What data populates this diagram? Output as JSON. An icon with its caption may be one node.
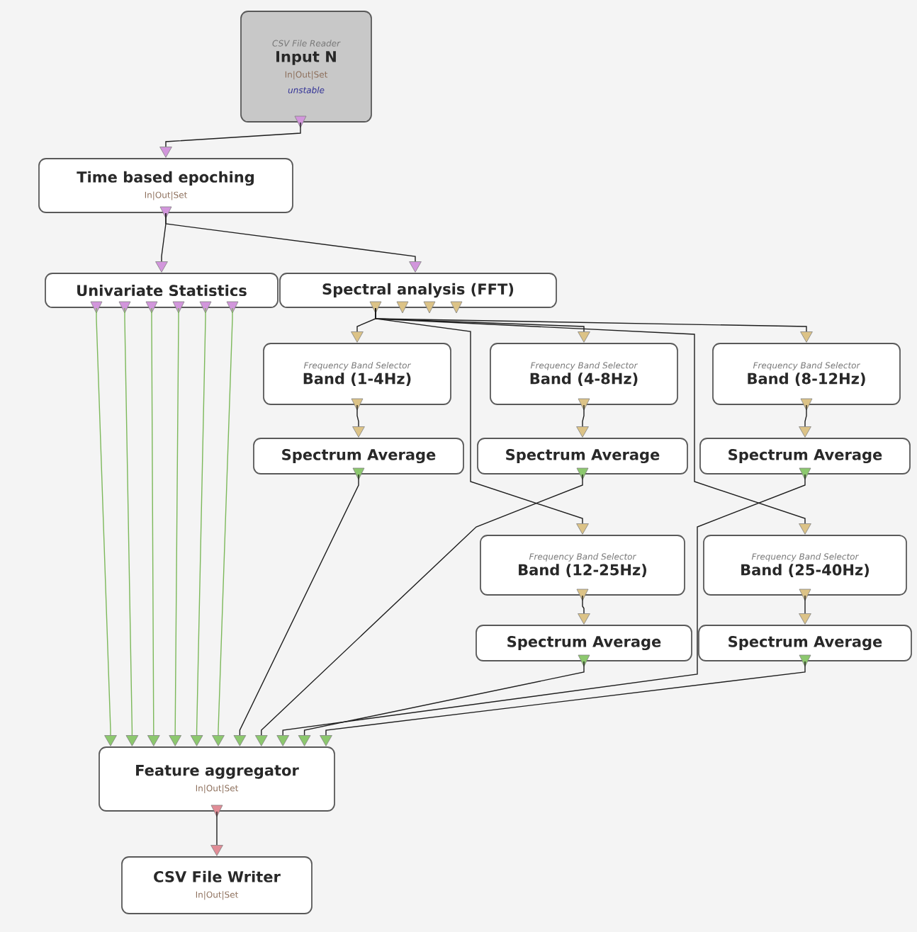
{
  "diagram": {
    "nodes": [
      {
        "text": [
          "CSV File Reader",
          "Input N",
          "In|Out|Set",
          "unstable"
        ]
      },
      {
        "text": [
          "Time based epoching",
          "In|Out|Set"
        ]
      },
      {
        "text": [
          "Univariate Statistics"
        ]
      },
      {
        "text": [
          "Spectral analysis (FFT)"
        ]
      },
      {
        "text": [
          "Frequency Band Selector",
          "Band (1-4Hz)"
        ]
      },
      {
        "text": [
          "Frequency Band Selector",
          "Band (4-8Hz)"
        ]
      },
      {
        "text": [
          "Frequency Band Selector",
          "Band (8-12Hz)"
        ]
      },
      {
        "text": [
          "Spectrum Average"
        ]
      },
      {
        "text": [
          "Spectrum Average"
        ]
      },
      {
        "text": [
          "Spectrum Average"
        ]
      },
      {
        "text": [
          "Frequency Band Selector",
          "Band (12-25Hz)"
        ]
      },
      {
        "text": [
          "Frequency Band Selector",
          "Band (25-40Hz)"
        ]
      },
      {
        "text": [
          "Spectrum Average"
        ]
      },
      {
        "text": [
          "Spectrum Average"
        ]
      },
      {
        "text": [
          "Feature aggregator",
          "In|Out|Set"
        ]
      },
      {
        "text": [
          "CSV File Writer",
          "In|Out|Set"
        ]
      }
    ],
    "edges": [
      {
        "from": 0,
        "to": 1,
        "arrow": "to"
      },
      {
        "from": 1,
        "to": 2,
        "arrow": "to"
      },
      {
        "from": 1,
        "to": 3,
        "arrow": "to"
      },
      {
        "from": 3,
        "to": 4,
        "arrow": "to"
      },
      {
        "from": 3,
        "to": 5,
        "arrow": "to"
      },
      {
        "from": 3,
        "to": 6,
        "arrow": "to"
      },
      {
        "from": 3,
        "to": 10,
        "arrow": "to"
      },
      {
        "from": 3,
        "to": 11,
        "arrow": "to"
      },
      {
        "from": 4,
        "to": 7,
        "arrow": "to"
      },
      {
        "from": 5,
        "to": 8,
        "arrow": "to"
      },
      {
        "from": 6,
        "to": 9,
        "arrow": "to"
      },
      {
        "from": 10,
        "to": 12,
        "arrow": "to"
      },
      {
        "from": 11,
        "to": 13,
        "arrow": "to"
      },
      {
        "from": 2,
        "to": 14,
        "arrow": "to",
        "color": "#7cb85a"
      },
      {
        "from": 2,
        "to": 14,
        "arrow": "to",
        "color": "#7cb85a"
      },
      {
        "from": 2,
        "to": 14,
        "arrow": "to",
        "color": "#7cb85a"
      },
      {
        "from": 2,
        "to": 14,
        "arrow": "to",
        "color": "#7cb85a"
      },
      {
        "from": 2,
        "to": 14,
        "arrow": "to",
        "color": "#7cb85a"
      },
      {
        "from": 2,
        "to": 14,
        "arrow": "to",
        "color": "#7cb85a"
      },
      {
        "from": 7,
        "to": 14,
        "arrow": "to"
      },
      {
        "from": 8,
        "to": 14,
        "arrow": "to"
      },
      {
        "from": 9,
        "to": 14,
        "arrow": "to"
      },
      {
        "from": 12,
        "to": 14,
        "arrow": "to"
      },
      {
        "from": 13,
        "to": 14,
        "arrow": "to"
      },
      {
        "from": 14,
        "to": 15,
        "arrow": "to"
      }
    ]
  }
}
